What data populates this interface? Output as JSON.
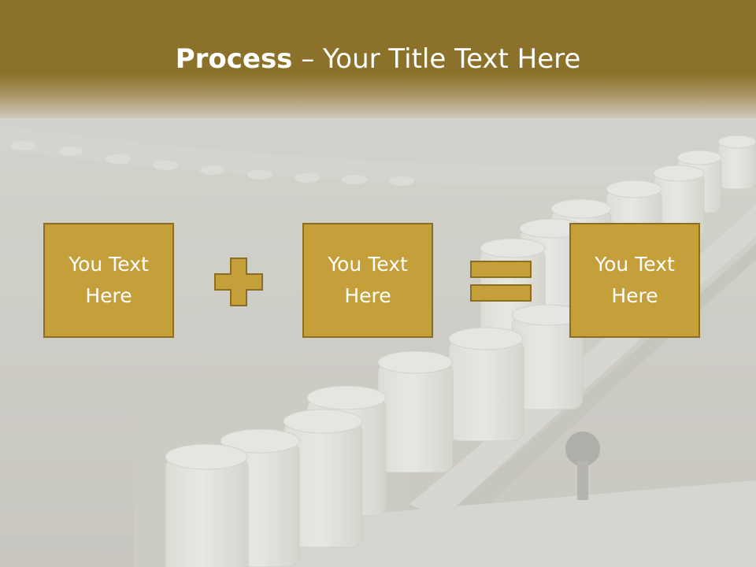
{
  "slide": {
    "title_bold": "Process",
    "title_rest": " – Your Title Text Here",
    "boxes": [
      {
        "line1": "You Text",
        "line2": "Here"
      },
      {
        "line1": "You Text",
        "line2": "Here"
      },
      {
        "line1": "You Text",
        "line2": "Here"
      }
    ],
    "operators": [
      "plus-icon",
      "equals-icon"
    ]
  },
  "colors": {
    "header": "#8b7129",
    "box_fill": "#c59f3a",
    "box_border": "#8a6f22",
    "background": "#c9c7c1"
  }
}
